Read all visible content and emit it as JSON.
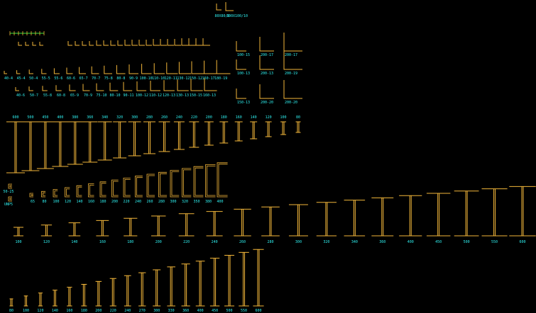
{
  "colors": {
    "background": "#000000",
    "profile": "#f2b63a",
    "label": "#2ff0f0",
    "accent": "#39e63c"
  },
  "top": {
    "angle_labels": [
      "80X80/8",
      "100X100/10"
    ]
  },
  "angles_large": {
    "labels": [
      "100-15",
      "200-17",
      "200-17",
      "100-13",
      "200-13",
      "200-19",
      "150-13",
      "200-20",
      "200-20"
    ]
  },
  "angles_row1": {
    "labels": [
      "40-4",
      "45-4",
      "50-4",
      "55-5",
      "55-6",
      "60-6",
      "65-7",
      "70-7",
      "75-8",
      "80-8",
      "90-9",
      "100-10",
      "110-10",
      "120-11",
      "130-12",
      "150-12",
      "160-17",
      "180-19"
    ]
  },
  "angles_row2": {
    "labels": [
      "40-6",
      "50-7",
      "55-8",
      "60-8",
      "65-9",
      "70-9",
      "75-10",
      "80-10",
      "90-11",
      "100-12",
      "110-12",
      "120-13",
      "130-13",
      "150-15",
      "160-13"
    ]
  },
  "ibeams_top": {
    "labels": [
      "600",
      "500",
      "450",
      "400",
      "380",
      "360",
      "340",
      "320",
      "300",
      "280",
      "260",
      "240",
      "220",
      "200",
      "180",
      "160",
      "140",
      "120",
      "100",
      "80"
    ]
  },
  "channels": {
    "side_labels": [
      "50-25",
      "UNP5"
    ],
    "labels": [
      "65",
      "80",
      "100",
      "120",
      "140",
      "160",
      "180",
      "200",
      "220",
      "240",
      "260",
      "280",
      "300",
      "320",
      "350",
      "380",
      "400"
    ]
  },
  "hbeams": {
    "labels": [
      "100",
      "120",
      "140",
      "160",
      "180",
      "200",
      "220",
      "240",
      "260",
      "280",
      "300",
      "320",
      "340",
      "360",
      "400",
      "450",
      "500",
      "550",
      "600"
    ]
  },
  "ibeams_bottom": {
    "labels": [
      "80",
      "100",
      "120",
      "140",
      "160",
      "180",
      "200",
      "220",
      "240",
      "270",
      "300",
      "330",
      "360",
      "400",
      "450",
      "500",
      "550",
      "600"
    ]
  }
}
